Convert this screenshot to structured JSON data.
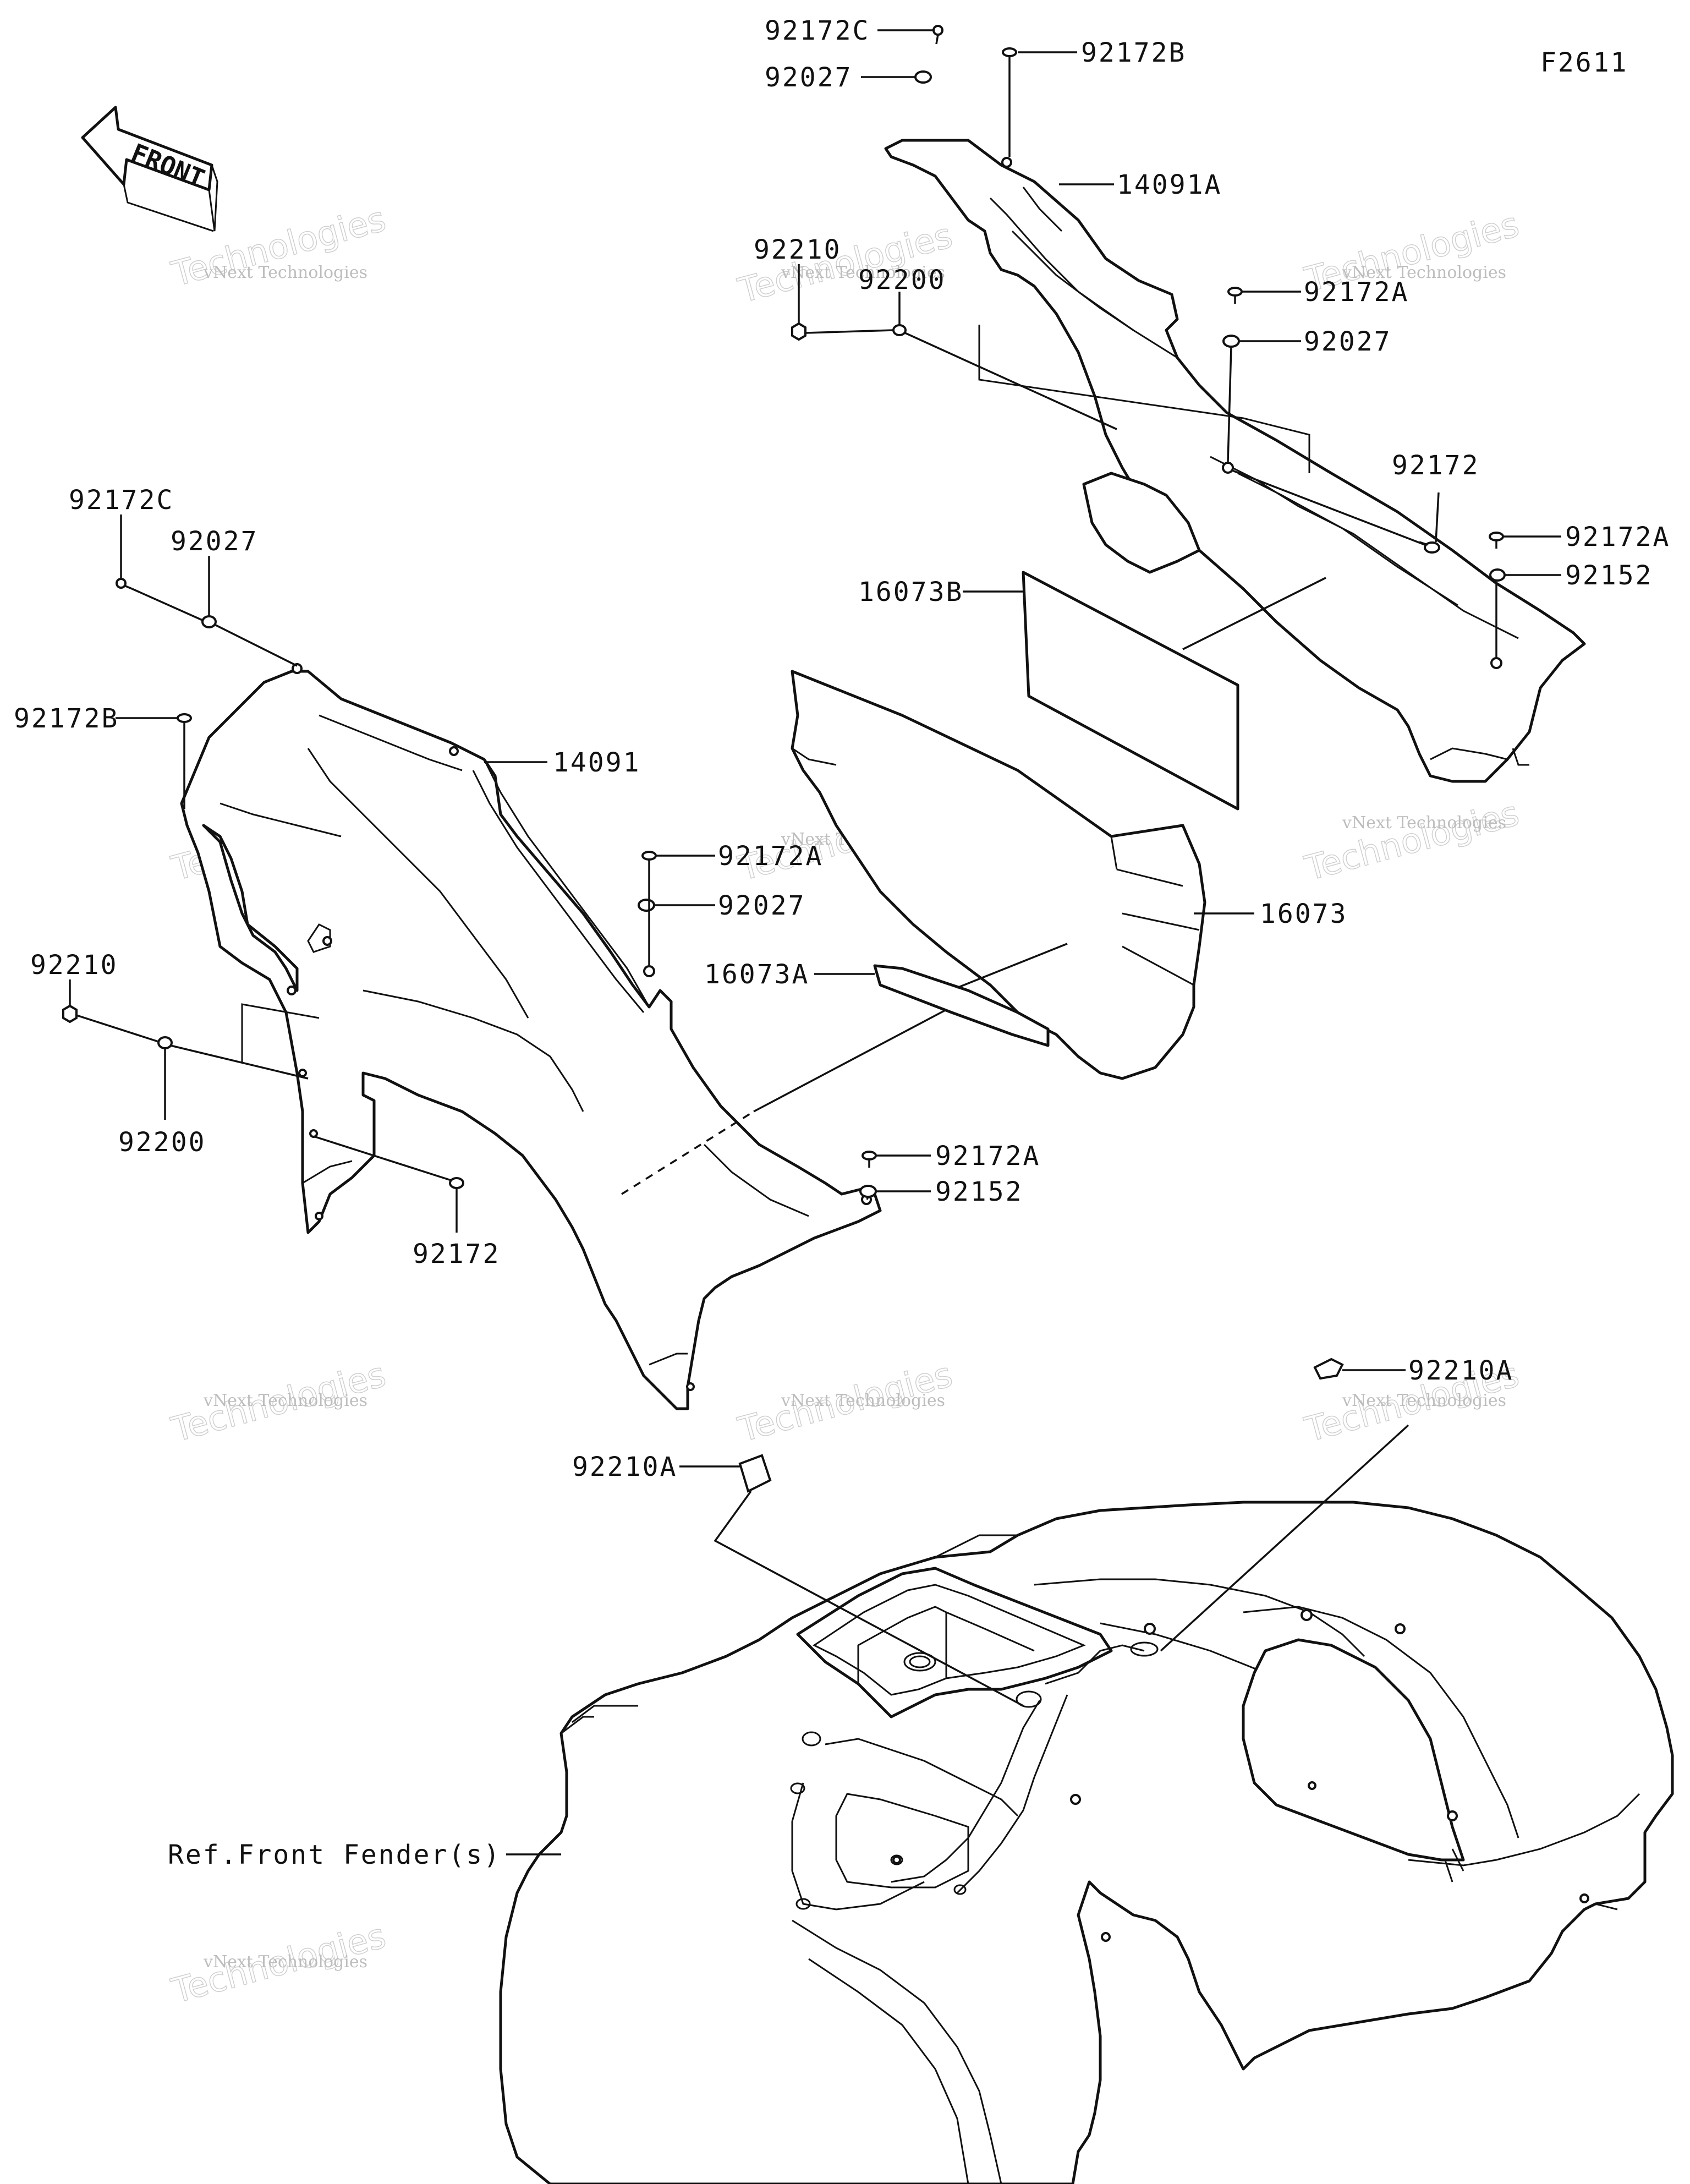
{
  "figure_code": "F2611",
  "front_arrow": {
    "text": "FRONT",
    "icon": "front-direction-arrow-icon"
  },
  "watermark": {
    "line1": "vNext Technologies",
    "line2": "Technologies",
    "line3": "vNext"
  },
  "labels": {
    "top_92172C": "92172C",
    "top_92027": "92027",
    "top_92172B": "92172B",
    "top_14091A": "14091A",
    "top_92210": "92210",
    "top_92200": "92200",
    "top_92172A": "92172A",
    "top_92027b": "92027",
    "top_92172": "92172",
    "right_92172A": "92172A",
    "right_92152": "92152",
    "p16073B": "16073B",
    "p16073": "16073",
    "p16073A": "16073A",
    "left_92172C": "92172C",
    "left_92027": "92027",
    "left_92172B": "92172B",
    "p14091": "14091",
    "mid_92172A": "92172A",
    "mid_92027": "92027",
    "left_92210": "92210",
    "left_92200": "92200",
    "left_92172": "92172",
    "low_92172A": "92172A",
    "low_92152": "92152",
    "fender_92210A_right": "92210A",
    "fender_92210A_left": "92210A",
    "ref_front_fender": "Ref.Front Fender(s)"
  }
}
